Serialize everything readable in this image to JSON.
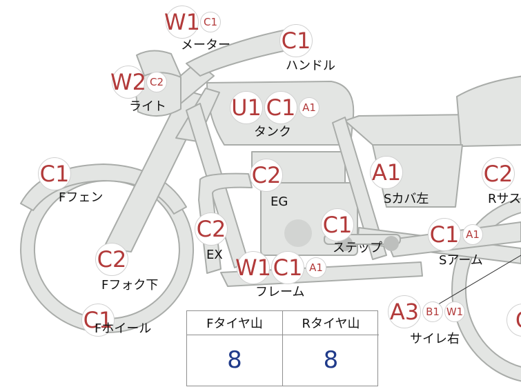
{
  "parts": [
    {
      "id": "meter",
      "name": "メーター",
      "codes": [
        "W1",
        "C1"
      ]
    },
    {
      "id": "handle",
      "name": "ハンドル",
      "codes": [
        "C1"
      ]
    },
    {
      "id": "light",
      "name": "ライト",
      "codes": [
        "W2",
        "C2"
      ]
    },
    {
      "id": "tank",
      "name": "タンク",
      "codes": [
        "U1",
        "C1",
        "A1"
      ]
    },
    {
      "id": "f-fender",
      "name": "Fフェン",
      "codes": [
        "C1"
      ]
    },
    {
      "id": "eg",
      "name": "EG",
      "codes": [
        "C2"
      ]
    },
    {
      "id": "s-cover-l",
      "name": "Sカバ左",
      "codes": [
        "A1"
      ]
    },
    {
      "id": "r-sus",
      "name": "Rサス",
      "codes": [
        "C2"
      ]
    },
    {
      "id": "ex",
      "name": "EX",
      "codes": [
        "C2"
      ]
    },
    {
      "id": "step",
      "name": "ステップ",
      "codes": [
        "C1"
      ]
    },
    {
      "id": "f-fork-l",
      "name": "Fフォク下",
      "codes": [
        "C2"
      ]
    },
    {
      "id": "frame",
      "name": "フレーム",
      "codes": [
        "W1",
        "C1",
        "A1"
      ]
    },
    {
      "id": "s-arm",
      "name": "Sアーム",
      "codes": [
        "C1",
        "A1"
      ]
    },
    {
      "id": "f-wheel",
      "name": "Fホイール",
      "codes": [
        "C1"
      ]
    },
    {
      "id": "muffler-r",
      "name": "サイレ右",
      "codes": [
        "A3",
        "B1",
        "W1"
      ]
    },
    {
      "id": "r-wheel",
      "name": "",
      "codes": [
        "C"
      ]
    }
  ],
  "tire_table": {
    "front_label": "Fタイヤ山",
    "front_value": "8",
    "rear_label": "Rタイヤ山",
    "rear_value": "8"
  },
  "colors": {
    "badge_text": "#b23a3a",
    "bike_fill": "#e3e5e3",
    "bike_stroke": "#a9aca9",
    "value_text": "#1f3a8a"
  }
}
